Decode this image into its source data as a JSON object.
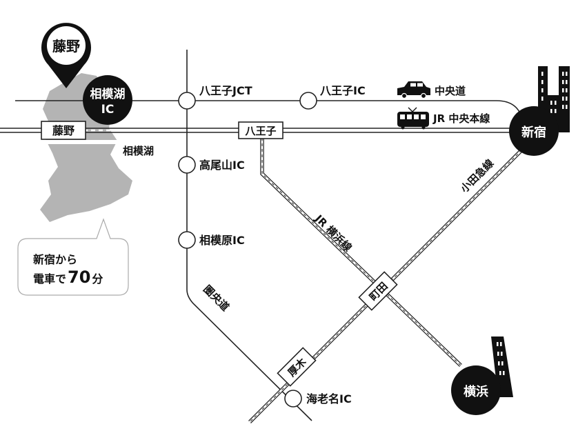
{
  "pin": {
    "label": "藤野"
  },
  "sagamiko_ic": {
    "line1": "相模湖",
    "line2": "IC"
  },
  "station_fujino": "藤野",
  "lake_label": "相模湖",
  "hachioji_jct": "八王子JCT",
  "hachioji_ic": "八王子IC",
  "chuo_expressway": "中央道",
  "jr_chuo_line": "JR 中央本線",
  "station_hachioji": "八王子",
  "shinjuku": "新宿",
  "takaosan_ic": "高尾山IC",
  "sagamihara_ic": "相模原IC",
  "ken_o_do": "圏央道",
  "jr_yokohama_line": "JR 横浜線",
  "odakyu_line": "小田急線",
  "station_machida": "町田",
  "station_atsugi": "厚木",
  "ebina_ic": "海老名IC",
  "yokohama": "横浜",
  "callout": {
    "line1": "新宿から",
    "line2_prefix": "電車で",
    "minutes": "70",
    "unit": "分"
  },
  "colors": {
    "ink": "#111111",
    "lake": "#b4b4b4",
    "road": "#222222",
    "background": "#ffffff"
  },
  "icons": [
    "map-pin-icon",
    "car-icon",
    "train-icon",
    "building-icon"
  ]
}
